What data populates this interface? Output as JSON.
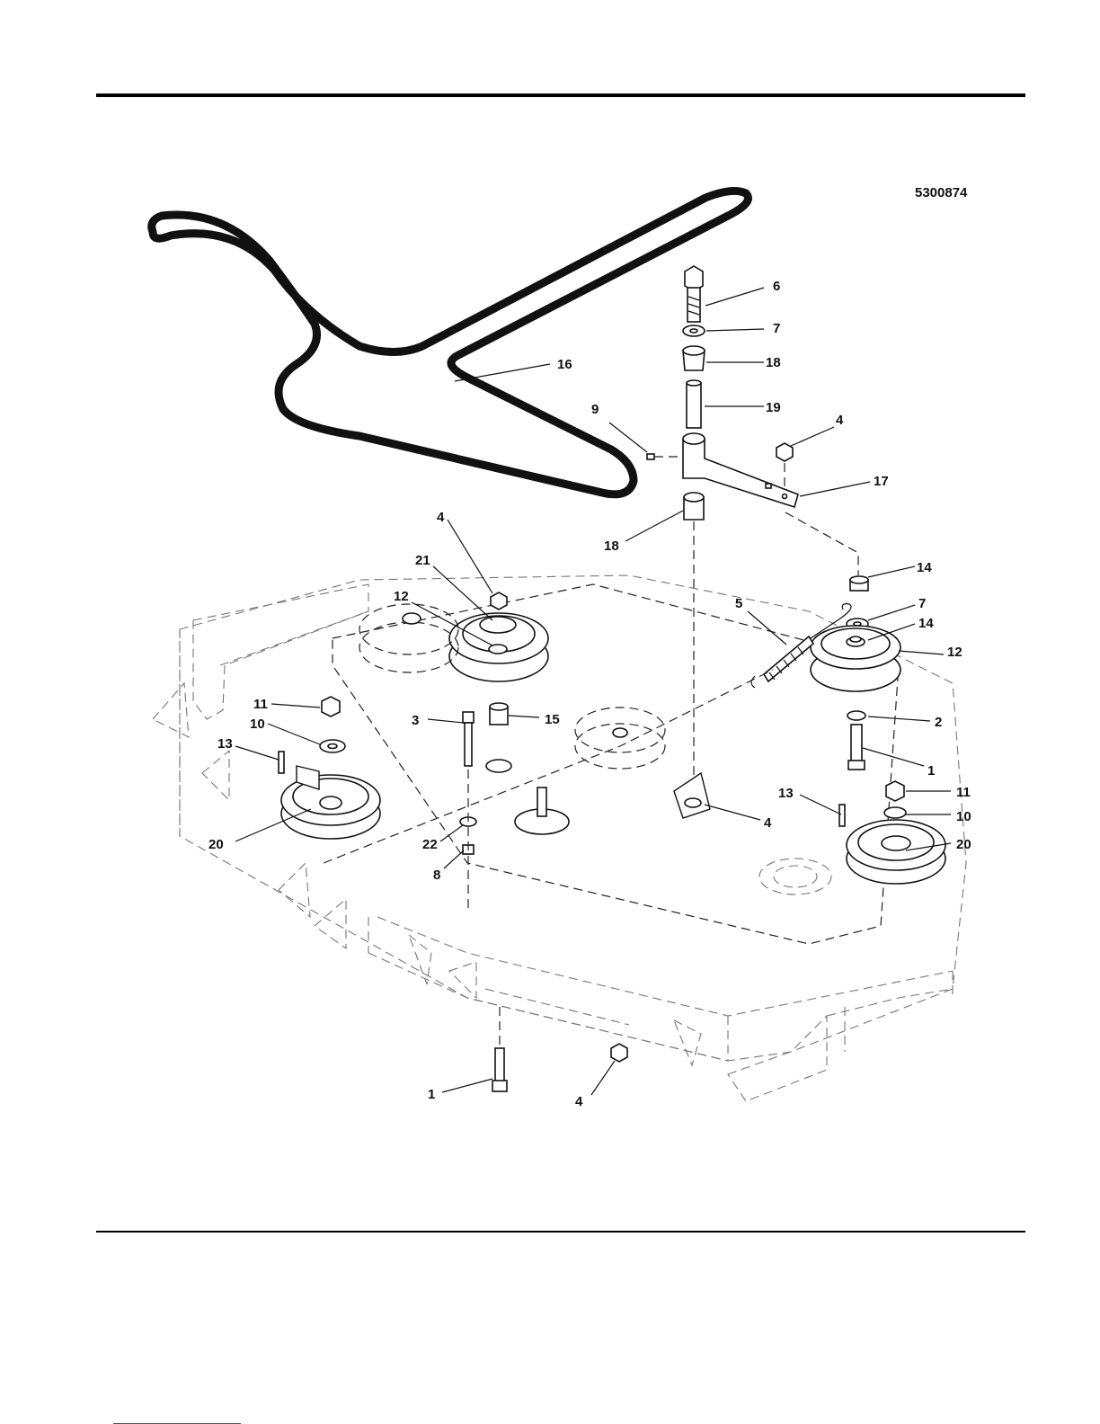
{
  "figure_id": "5300874",
  "callouts": {
    "c1a": "1",
    "c1b": "1",
    "c2": "2",
    "c3": "3",
    "c4a": "4",
    "c4b": "4",
    "c4c": "4",
    "c4d": "4",
    "c5": "5",
    "c6": "6",
    "c7a": "7",
    "c7b": "7",
    "c8": "8",
    "c9": "9",
    "c10a": "10",
    "c10b": "10",
    "c11a": "11",
    "c11b": "11",
    "c12a": "12",
    "c12b": "12",
    "c13a": "13",
    "c13b": "13",
    "c14a": "14",
    "c14b": "14",
    "c15": "15",
    "c16": "16",
    "c17": "17",
    "c18a": "18",
    "c18b": "18",
    "c19": "19",
    "c20a": "20",
    "c20b": "20",
    "c21": "21",
    "c22": "22"
  },
  "icons": {
    "belt": "drive-belt-icon",
    "pulley": "pulley-icon",
    "spring": "spring-icon",
    "bolt": "bolt-icon",
    "nut": "nut-icon",
    "washer": "washer-icon",
    "arm": "idler-arm-icon",
    "deck": "mower-deck-icon"
  }
}
